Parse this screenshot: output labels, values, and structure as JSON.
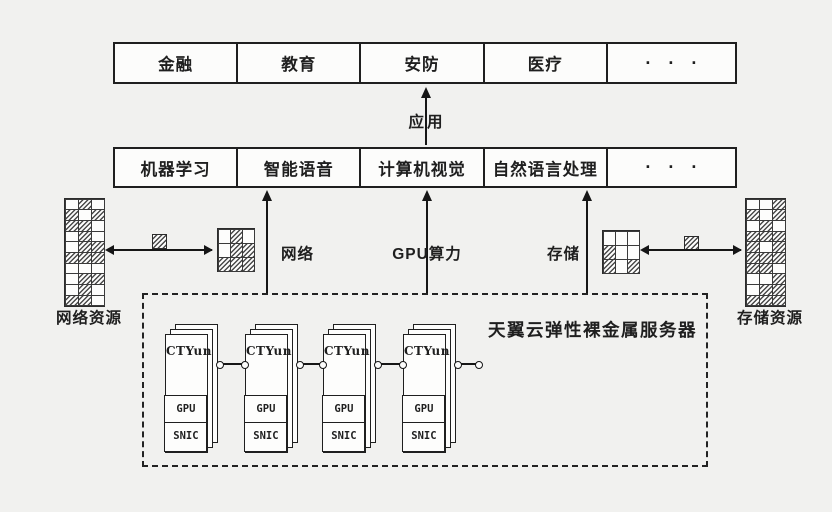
{
  "canvas": {
    "bg": "#f1f1ef",
    "ink": "#1f1f1f"
  },
  "application_row": {
    "cells": [
      "金融",
      "教育",
      "安防",
      "医疗",
      "· · ·"
    ]
  },
  "application_arrow": {
    "label": "应用"
  },
  "capability_row": {
    "cells": [
      "机器学习",
      "智能语音",
      "计算机视觉",
      "自然语言处理",
      "· · ·"
    ]
  },
  "infra_arrows": [
    {
      "label": "网络"
    },
    {
      "label": "GPU算力"
    },
    {
      "label": "存储"
    }
  ],
  "network_resource": {
    "label": "网络资源",
    "tall_grid": [
      "010",
      "101",
      "110",
      "010",
      "011",
      "111",
      "000",
      "011",
      "010",
      "110"
    ],
    "small_grid": [
      "010",
      "011",
      "111"
    ]
  },
  "storage_resource": {
    "label": "存储资源",
    "tall_grid": [
      "001",
      "101",
      "010",
      "111",
      "101",
      "111",
      "110",
      "001",
      "011",
      "111"
    ],
    "small_grid": [
      "000",
      "100",
      "101"
    ]
  },
  "server_box": {
    "title": "天翼云弹性裸金属服务器",
    "cards": [
      {
        "brand": "CTYun",
        "slot1": "GPU",
        "slot2": "SNIC"
      },
      {
        "brand": "CTYun",
        "slot1": "GPU",
        "slot2": "SNIC"
      },
      {
        "brand": "CTYun",
        "slot1": "GPU",
        "slot2": "SNIC"
      },
      {
        "brand": "CTYun",
        "slot1": "GPU",
        "slot2": "SNIC"
      }
    ]
  }
}
